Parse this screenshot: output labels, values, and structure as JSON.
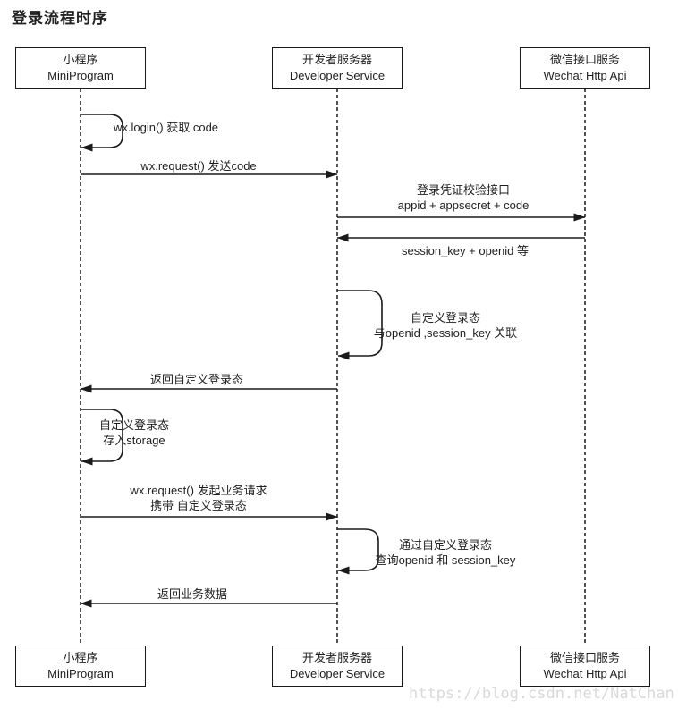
{
  "title": "登录流程时序",
  "watermark": "https://blog.csdn.net/NatChan",
  "actors": [
    {
      "zh": "小程序",
      "en": "MiniProgram"
    },
    {
      "zh": "开发者服务器",
      "en": "Developer Service"
    },
    {
      "zh": "微信接口服务",
      "en": "Wechat Http Api"
    }
  ],
  "messages": [
    {
      "kind": "self",
      "from": "MiniProgram",
      "to": "MiniProgram",
      "lines": [
        "wx.login() 获取 code"
      ]
    },
    {
      "kind": "message",
      "from": "MiniProgram",
      "to": "Developer Service",
      "lines": [
        "wx.request() 发送code"
      ]
    },
    {
      "kind": "message",
      "from": "Developer Service",
      "to": "Wechat Http Api",
      "lines": [
        "登录凭证校验接口",
        "appid + appsecret + code"
      ]
    },
    {
      "kind": "message",
      "from": "Wechat Http Api",
      "to": "Developer Service",
      "lines": [
        "session_key + openid 等"
      ]
    },
    {
      "kind": "self",
      "from": "Developer Service",
      "to": "Developer Service",
      "lines": [
        "自定义登录态",
        "与openid ,session_key 关联"
      ]
    },
    {
      "kind": "message",
      "from": "Developer Service",
      "to": "MiniProgram",
      "lines": [
        "返回自定义登录态"
      ]
    },
    {
      "kind": "self",
      "from": "MiniProgram",
      "to": "MiniProgram",
      "lines": [
        "自定义登录态",
        "存入storage"
      ]
    },
    {
      "kind": "message",
      "from": "MiniProgram",
      "to": "Developer Service",
      "lines": [
        "wx.request() 发起业务请求",
        "携带 自定义登录态"
      ]
    },
    {
      "kind": "self",
      "from": "Developer Service",
      "to": "Developer Service",
      "lines": [
        "通过自定义登录态",
        "查询openid 和 session_key"
      ]
    },
    {
      "kind": "message",
      "from": "Developer Service",
      "to": "MiniProgram",
      "lines": [
        "返回业务数据"
      ]
    }
  ],
  "colors": {
    "line": "#1a1a1a",
    "text": "#1f1f1f",
    "watermark": "#d9d9d9",
    "background": "#ffffff"
  }
}
